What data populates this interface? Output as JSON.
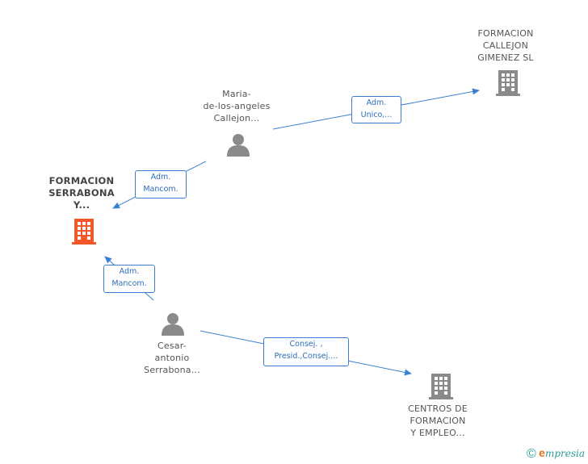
{
  "colors": {
    "edge": "#3b7fd4",
    "company_icon": "#8a8a8a",
    "main_company_icon": "#f0582a",
    "person_icon": "#8a8a8a"
  },
  "nodes": {
    "formacion_callejon": {
      "type": "company",
      "icon": "building-icon",
      "lines": [
        "FORMACION",
        "CALLEJON",
        "GIMENEZ  SL"
      ]
    },
    "maria": {
      "type": "person",
      "icon": "person-icon",
      "lines": [
        "Maria-",
        "de-los-angeles",
        "Callejon..."
      ]
    },
    "formacion_serrabona": {
      "type": "company-main",
      "icon": "building-icon",
      "lines": [
        "FORMACION",
        "SERRABONA",
        "Y..."
      ]
    },
    "cesar": {
      "type": "person",
      "icon": "person-icon",
      "lines": [
        "Cesar-",
        "antonio",
        "Serrabona..."
      ]
    },
    "centros": {
      "type": "company",
      "icon": "building-icon",
      "lines": [
        "CENTROS DE",
        "FORMACION",
        "Y EMPLEO..."
      ]
    }
  },
  "edges": [
    {
      "id": "maria-callejon",
      "lines": [
        "Adm.",
        "Unico,..."
      ]
    },
    {
      "id": "maria-serrabona",
      "lines": [
        "Adm.",
        "Mancom."
      ]
    },
    {
      "id": "cesar-serrabona",
      "lines": [
        "Adm.",
        "Mancom."
      ]
    },
    {
      "id": "cesar-centros",
      "lines": [
        "Consej. ,",
        "Presid.,Consej...."
      ]
    }
  ],
  "footer": {
    "copyright_symbol": "©",
    "brand_initial": "e",
    "brand_rest": "mpresia"
  }
}
